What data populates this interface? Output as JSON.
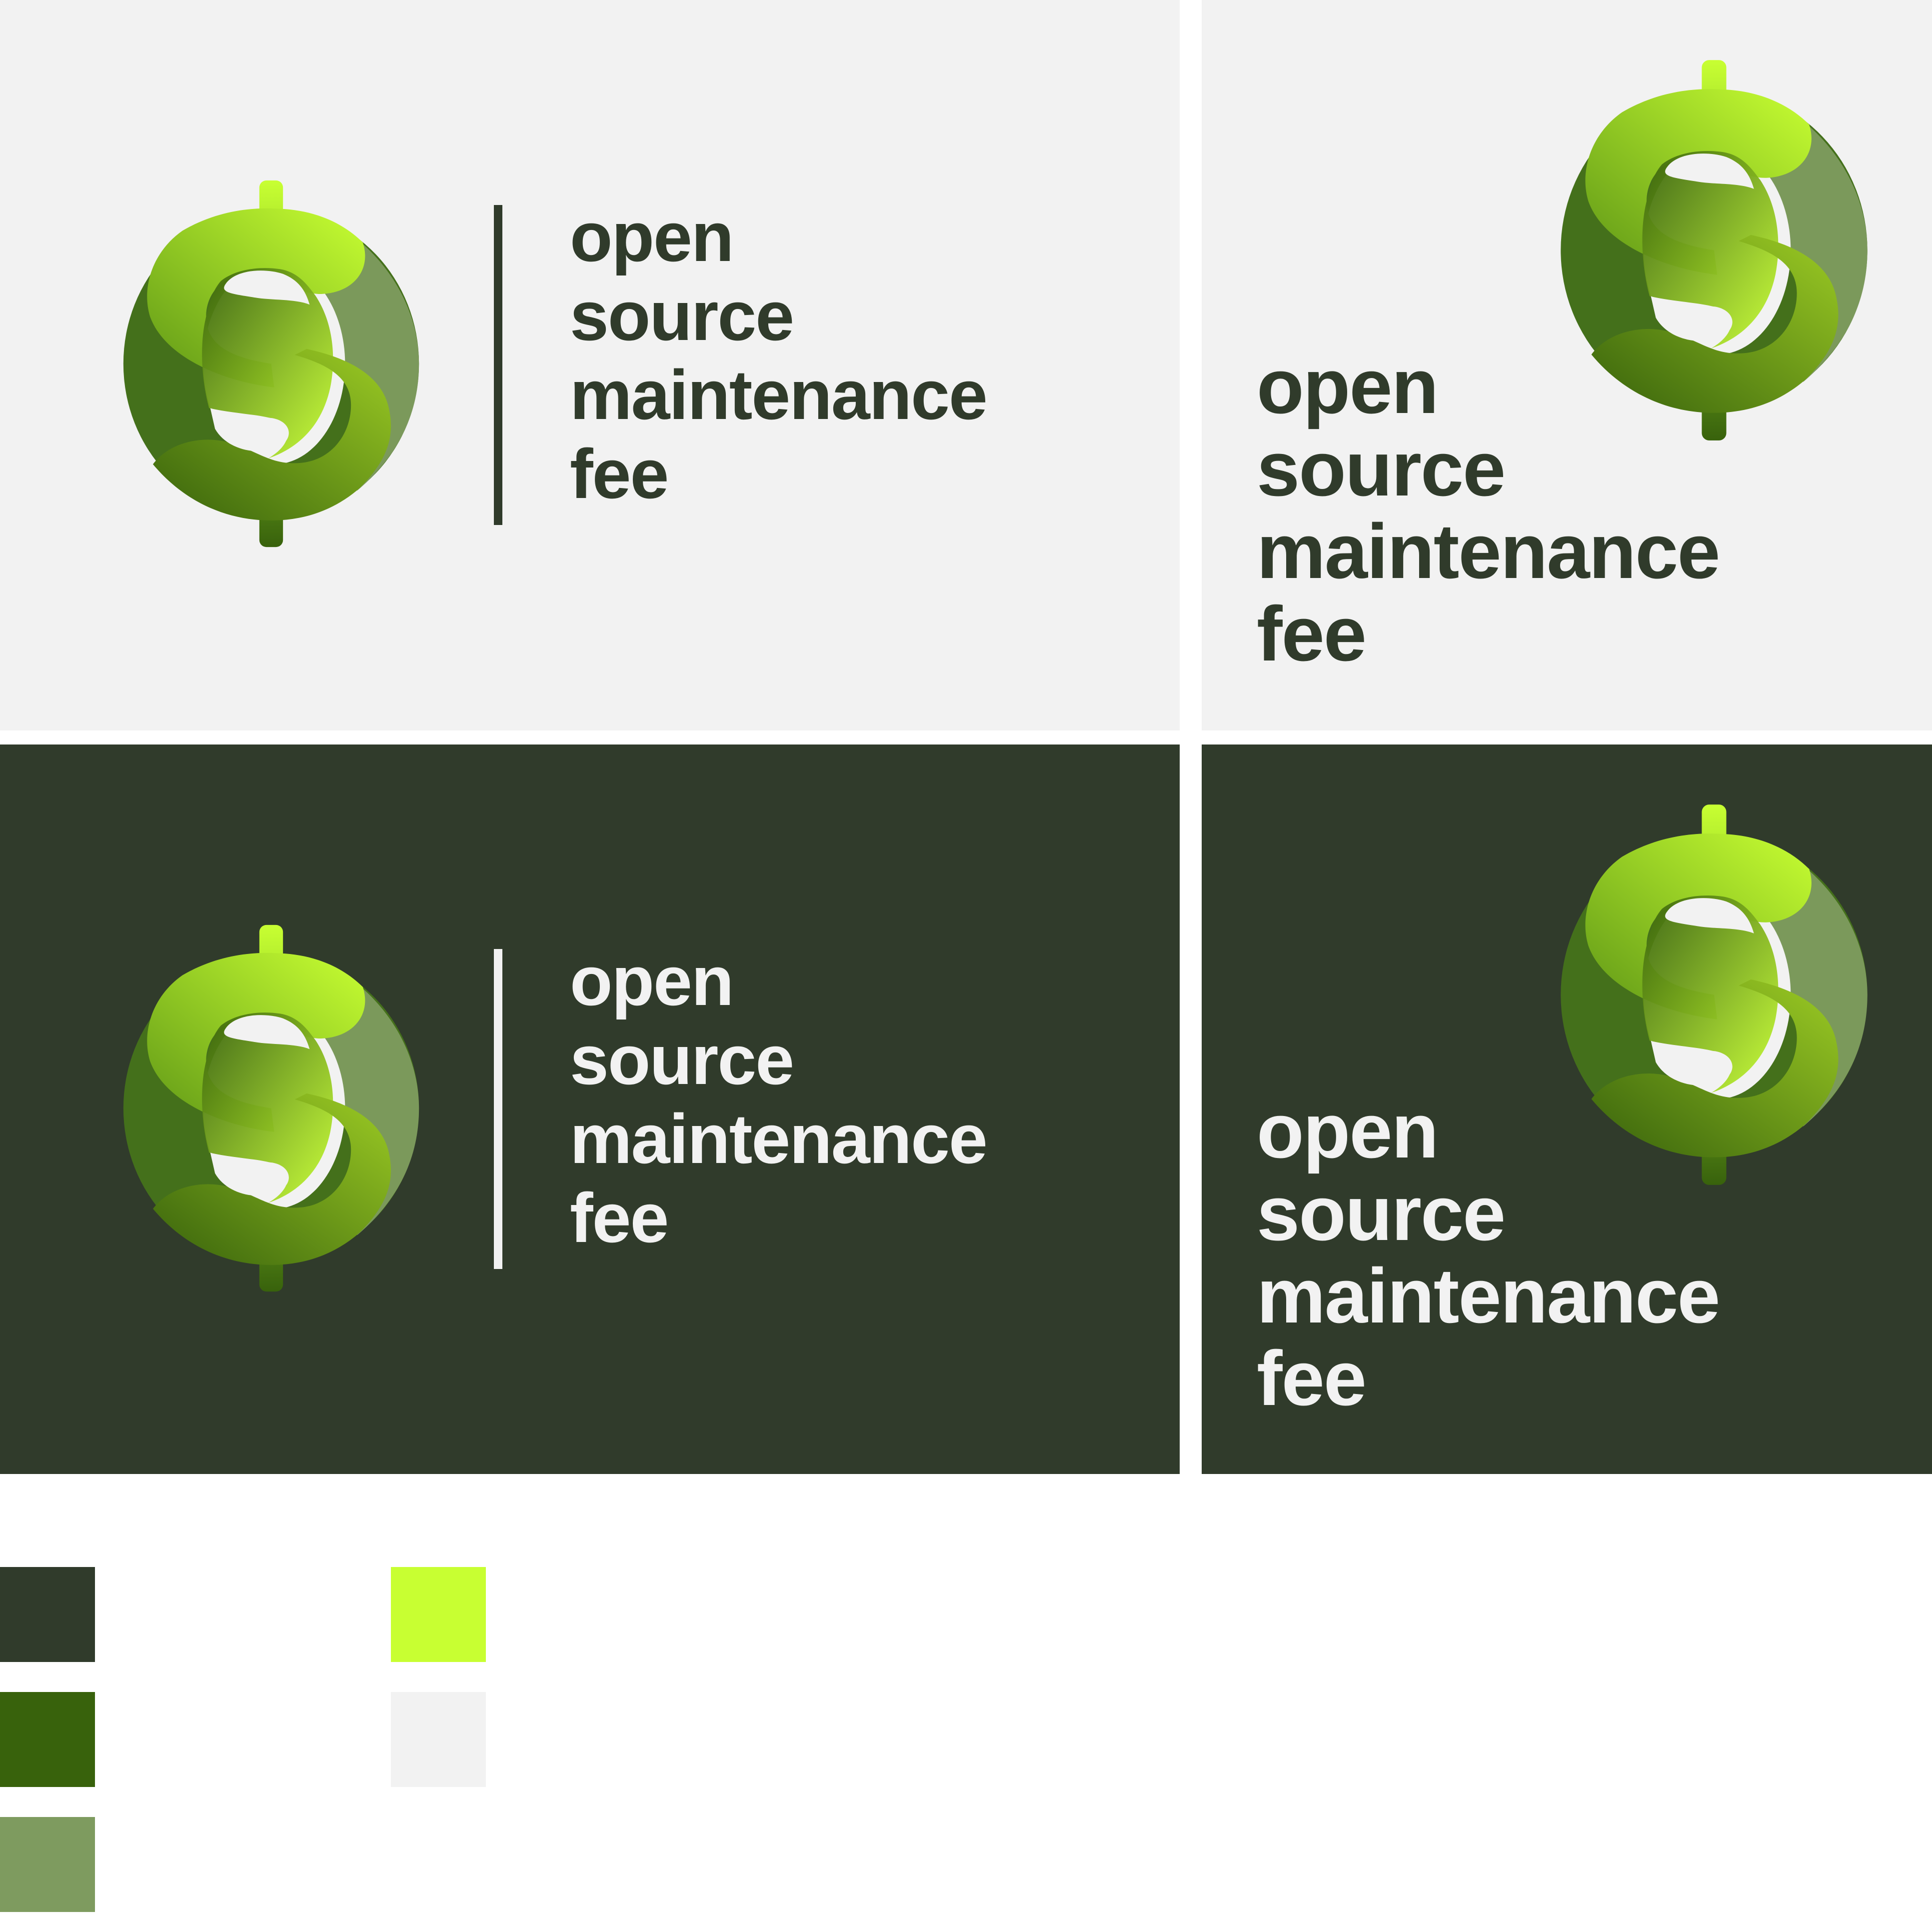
{
  "brand": {
    "wordmark_lines": [
      "open",
      "source",
      "maintenance",
      "fee"
    ],
    "symbol": "dollar-sign-s-ribbon"
  },
  "panels": [
    {
      "id": "light-horizontal",
      "background": "#F2F2F2",
      "text_color": "#303B2B",
      "divider_color": "#303B2B",
      "layout": "horizontal"
    },
    {
      "id": "light-stacked",
      "background": "#F2F2F2",
      "text_color": "#303B2B",
      "layout": "stacked"
    },
    {
      "id": "dark-horizontal",
      "background": "#303B2B",
      "text_color": "#F2F2F2",
      "divider_color": "#F2F2F2",
      "layout": "horizontal"
    },
    {
      "id": "dark-stacked",
      "background": "#303B2B",
      "text_color": "#F2F2F2",
      "layout": "stacked"
    }
  ],
  "palette": [
    {
      "name": "dark-olive",
      "hex": "#303B2B"
    },
    {
      "name": "forest-green",
      "hex": "#38620C"
    },
    {
      "name": "sage-green",
      "hex": "#7E9B5F"
    },
    {
      "name": "lime",
      "hex": "#C8FF32"
    },
    {
      "name": "light-gray",
      "hex": "#F2F2F2"
    }
  ]
}
